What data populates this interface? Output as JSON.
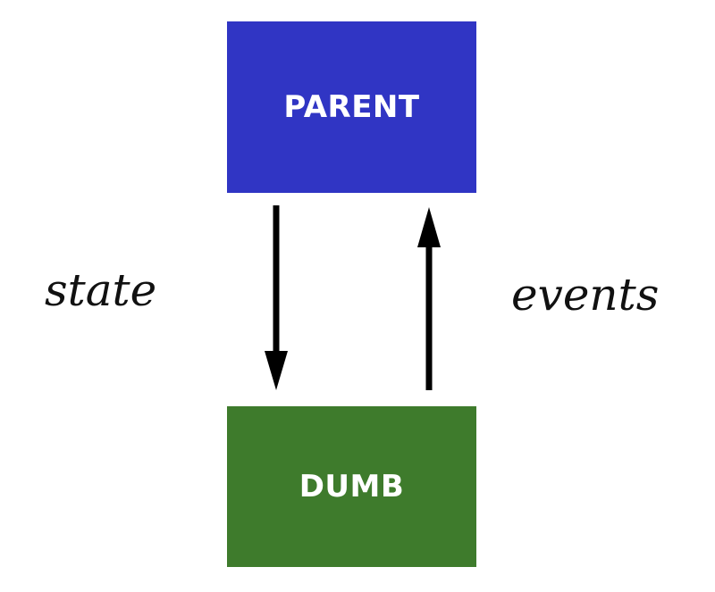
{
  "nodes": {
    "parent": {
      "label": "PARENT",
      "color": "#3035c4"
    },
    "dumb": {
      "label": "DUMB",
      "color": "#3e7b2c"
    }
  },
  "edges": {
    "down": {
      "label": "state",
      "from": "PARENT",
      "to": "DUMB"
    },
    "up": {
      "label": "events",
      "from": "DUMB",
      "to": "PARENT"
    }
  }
}
